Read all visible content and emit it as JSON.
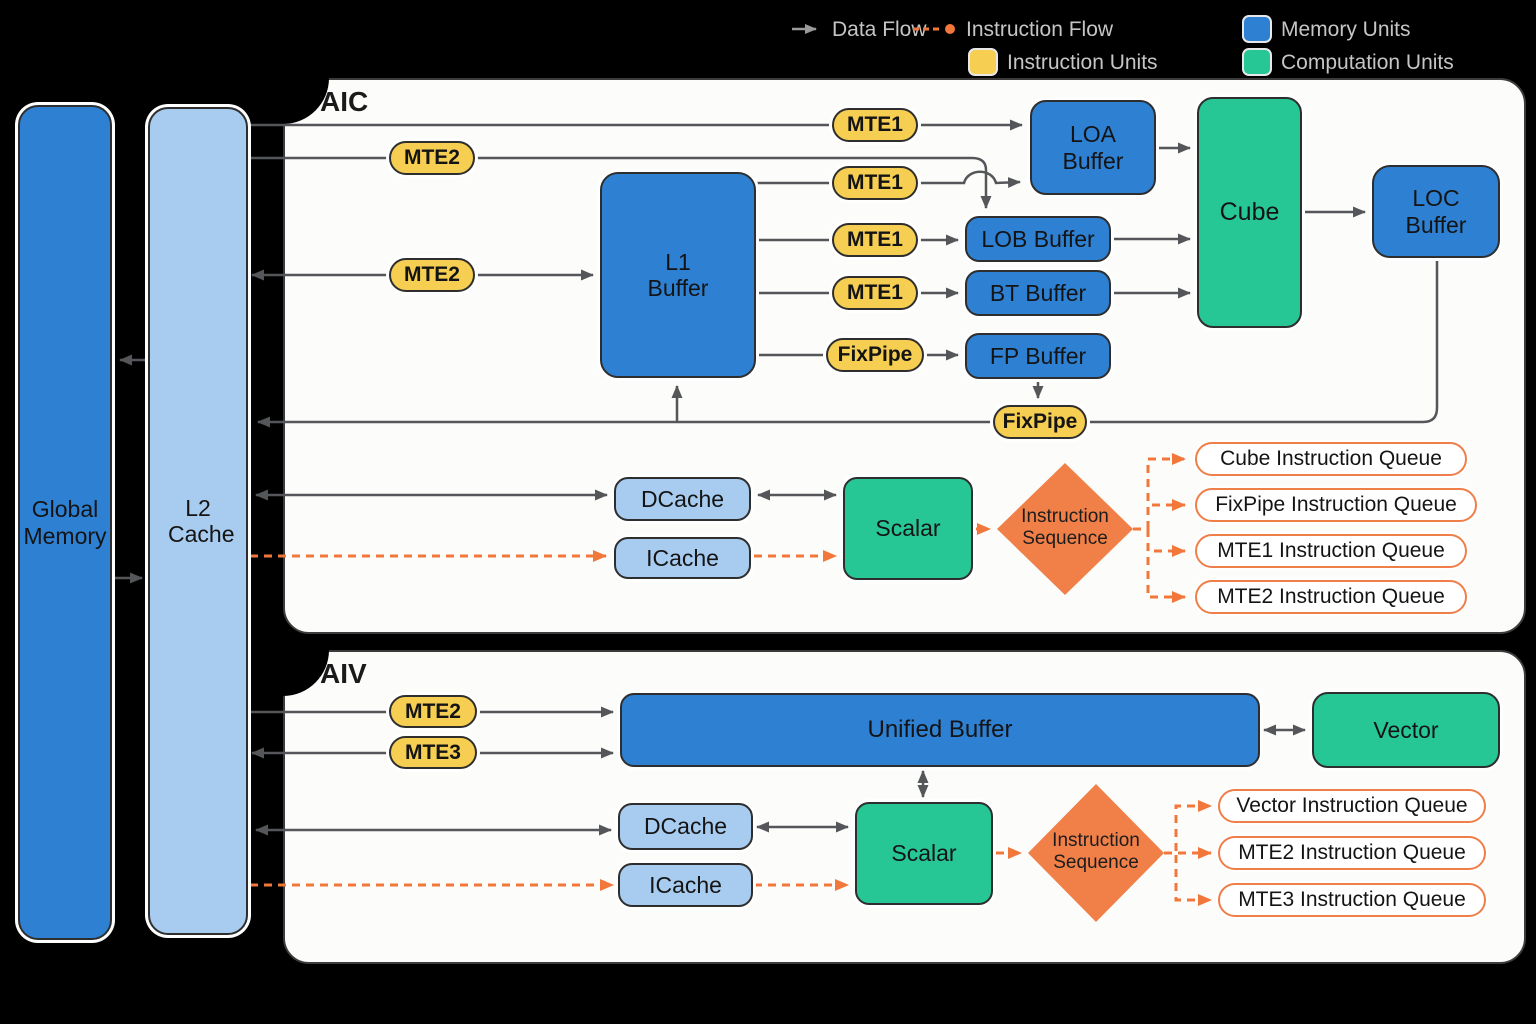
{
  "legend": {
    "data_flow": "Data Flow",
    "instruction_flow": "Instruction Flow",
    "memory_units": "Memory Units",
    "instruction_units": "Instruction Units",
    "computation_units": "Computation Units"
  },
  "memory": {
    "global": "Global Memory",
    "l2": "L2 Cache"
  },
  "aic": {
    "title": "AIC",
    "boxes": {
      "l1": "L1 Buffer",
      "loa": "LOA Buffer",
      "lob": "LOB Buffer",
      "bt": "BT Buffer",
      "fp": "FP Buffer",
      "cube": "Cube",
      "loc": "LOC Buffer",
      "dcache": "DCache",
      "icache": "ICache",
      "scalar": "Scalar"
    },
    "pills": [
      "MTE1",
      "MTE2",
      "MTE1",
      "MTE2",
      "MTE1",
      "MTE1",
      "FixPipe",
      "FixPipe"
    ],
    "diamond": "Instruction Sequence",
    "queues": [
      "Cube Instruction Queue",
      "FixPipe Instruction Queue",
      "MTE1 Instruction Queue",
      "MTE2 Instruction Queue"
    ]
  },
  "aiv": {
    "title": "AIV",
    "boxes": {
      "ub": "Unified Buffer",
      "vector": "Vector",
      "dcache": "DCache",
      "icache": "ICache",
      "scalar": "Scalar"
    },
    "pills": [
      "MTE2",
      "MTE3"
    ],
    "diamond": "Instruction Sequence",
    "queues": [
      "Vector Instruction Queue",
      "MTE2 Instruction Queue",
      "MTE3 Instruction Queue"
    ]
  },
  "colors": {
    "memory_blue": "#2e80d3",
    "cache_light_blue": "#a8ccef",
    "computation_green": "#27c795",
    "instruction_yellow": "#f6ce52",
    "flow_orange": "#f2773a",
    "data_flow_gray": "#54565a"
  }
}
